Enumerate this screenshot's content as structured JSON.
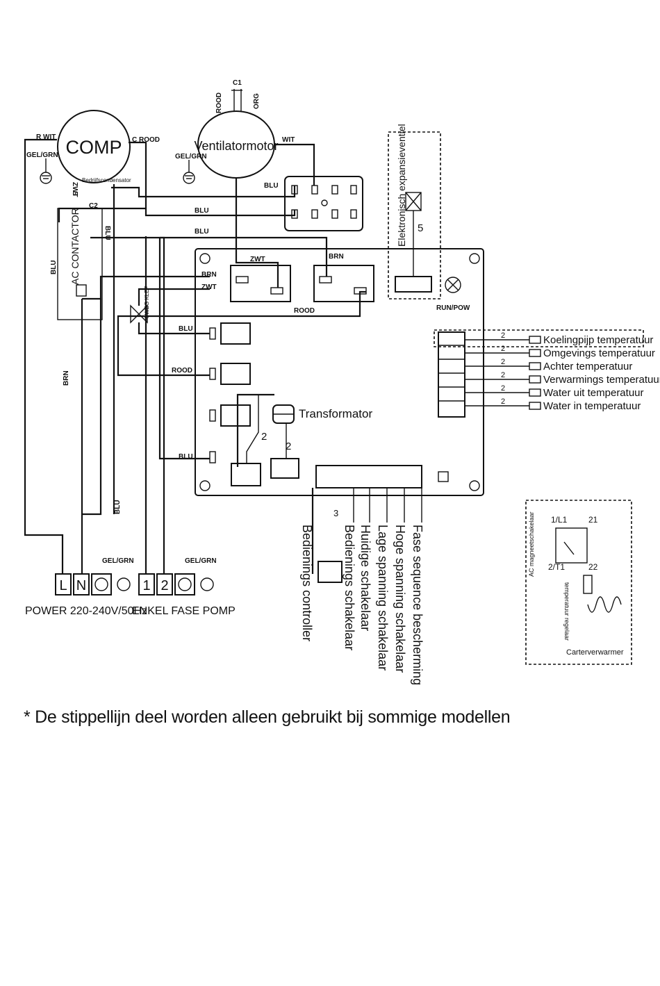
{
  "components": {
    "compressor": "COMP",
    "fan_motor": "Ventilatormotor",
    "run_capacitor": "Bedrijfscondensator",
    "ac_contactor": "AC CONTACTOR",
    "expansion_valve": "Elektronisch expansieventiel",
    "four_way_valve": "4-WEG KLEP",
    "transformer": "Transformator",
    "run_pow": "RUN/POW"
  },
  "wire_labels": {
    "r_wit": "R WIT",
    "c_rood": "C ROOD",
    "gel_grn": "GEL/GRN",
    "c1": "C1",
    "rood": "ROOD",
    "org": "ORG",
    "wit": "WIT",
    "blu": "BLU",
    "brn": "BRN",
    "zwt": "ZWT",
    "c2": "C2",
    "s": "S",
    "zwt_vert": "ZWT",
    "expansion_count": "5",
    "sensor_count": "2",
    "trafo_count": "2",
    "controller_count": "3"
  },
  "sensors": [
    "Koelingpijp temperatuur",
    "Omgevings temperatuur",
    "Achter temperatuur",
    "Verwarmings temperatuur",
    "Water uit temperatuur",
    "Water in temperatuur"
  ],
  "switches": [
    "Bedienings controller",
    "Bedienings schakelaar",
    "Huidige schakelaar",
    "Lage spanning schakelaar",
    "Hoge spanning schakelaar",
    "Fase sequence bescherming"
  ],
  "terminals": {
    "power": [
      "L",
      "N"
    ],
    "pump": [
      "1",
      "2"
    ],
    "power_label": "POWER 220-240V/50Hz",
    "pump_label": "ENKEL FASE POMP"
  },
  "crankcase": {
    "title": "AC magneetschakelaar",
    "l1": "1/L1",
    "t1": "2/T1",
    "n21": "21",
    "n22": "22",
    "regulator": "temperatuur regelaar",
    "heater": "Carterverwarmer"
  },
  "footnote": "* De stippellijn deel worden alleen gebruikt bij sommige modellen"
}
